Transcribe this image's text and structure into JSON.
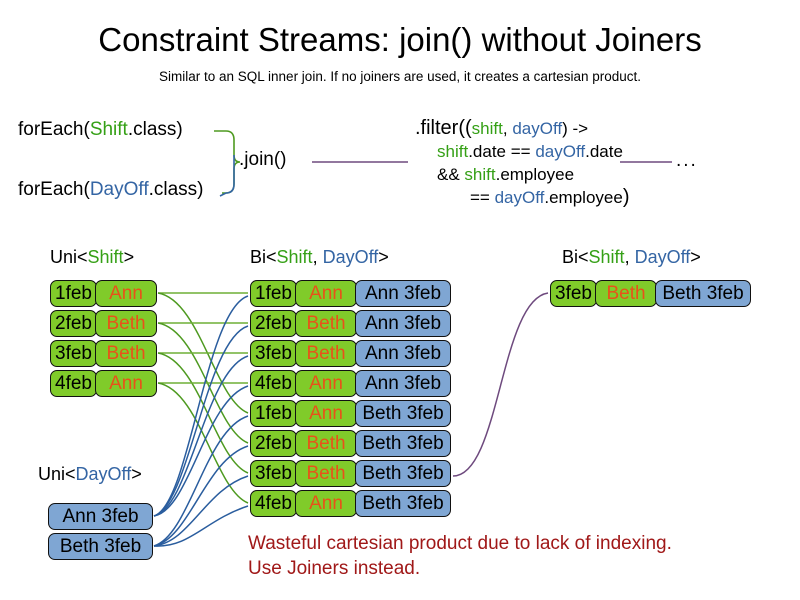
{
  "slide": {
    "title": "Constraint Streams: join() without Joiners",
    "subtitle": "Similar to an SQL inner join. If no joiners are used, it creates a cartesian product."
  },
  "code": {
    "foreach_shift": {
      "prefix": "forEach(",
      "type": "Shift",
      "suffix": ".class)"
    },
    "foreach_dayoff": {
      "prefix": "forEach(",
      "type": "DayOff",
      "suffix": ".class)"
    },
    "join_call": ".join()",
    "ellipsis": "...",
    "filter": {
      "line1_prefix": ".filter((",
      "line1_shift": "shift",
      "line1_comma": ", ",
      "line1_dayoff": "dayOff",
      "line1_suffix": ") ->",
      "line2_shift": "shift",
      "line2_mid": ".date == ",
      "line2_dayoff": "dayOff",
      "line2_end": ".date",
      "line3_prefix": "&& ",
      "line3_shift": "shift",
      "line3_end": ".employee",
      "line4_prefix": "== ",
      "line4_dayoff": "dayOff",
      "line4_end": ".employee",
      "line4_paren": ")"
    }
  },
  "labels": {
    "uni_shift": {
      "prefix": "Uni<",
      "type": "Shift",
      "suffix": ">"
    },
    "uni_dayoff": {
      "prefix": "Uni<",
      "type": "DayOff",
      "suffix": ">"
    },
    "bi_middle": {
      "prefix": "Bi<",
      "type1": "Shift",
      "comma": ", ",
      "type2": "DayOff",
      "suffix": ">"
    },
    "bi_right": {
      "prefix": "Bi<",
      "type1": "Shift",
      "comma": ", ",
      "type2": "DayOff",
      "suffix": ">"
    }
  },
  "shifts": [
    {
      "date": "1feb",
      "name": "Ann"
    },
    {
      "date": "2feb",
      "name": "Beth"
    },
    {
      "date": "3feb",
      "name": "Beth"
    },
    {
      "date": "4feb",
      "name": "Ann"
    }
  ],
  "dayoffs": [
    {
      "text": "Ann 3feb"
    },
    {
      "text": "Beth 3feb"
    }
  ],
  "cartesian": [
    {
      "date": "1feb",
      "name": "Ann",
      "dayoff": "Ann 3feb"
    },
    {
      "date": "2feb",
      "name": "Beth",
      "dayoff": "Ann 3feb"
    },
    {
      "date": "3feb",
      "name": "Beth",
      "dayoff": "Ann 3feb"
    },
    {
      "date": "4feb",
      "name": "Ann",
      "dayoff": "Ann 3feb"
    },
    {
      "date": "1feb",
      "name": "Ann",
      "dayoff": "Beth 3feb"
    },
    {
      "date": "2feb",
      "name": "Beth",
      "dayoff": "Beth 3feb"
    },
    {
      "date": "3feb",
      "name": "Beth",
      "dayoff": "Beth 3feb"
    },
    {
      "date": "4feb",
      "name": "Ann",
      "dayoff": "Beth 3feb"
    }
  ],
  "result": {
    "date": "3feb",
    "name": "Beth",
    "dayoff": "Beth 3feb"
  },
  "warning": {
    "line1": "Wasteful cartesian product due to lack of indexing.",
    "line2": "Use Joiners instead."
  },
  "colors": {
    "shift_green": "#80CB2A",
    "dayoff_blue": "#7FA6D3",
    "name_orange": "#E8521A",
    "shift_text_green": "#35A016",
    "dayoff_text_blue": "#3465A4",
    "warning_red": "#A01818",
    "connector_purple": "#6E4A7E",
    "connector_green": "#4E9A20",
    "connector_blue": "#2A5D9E"
  }
}
